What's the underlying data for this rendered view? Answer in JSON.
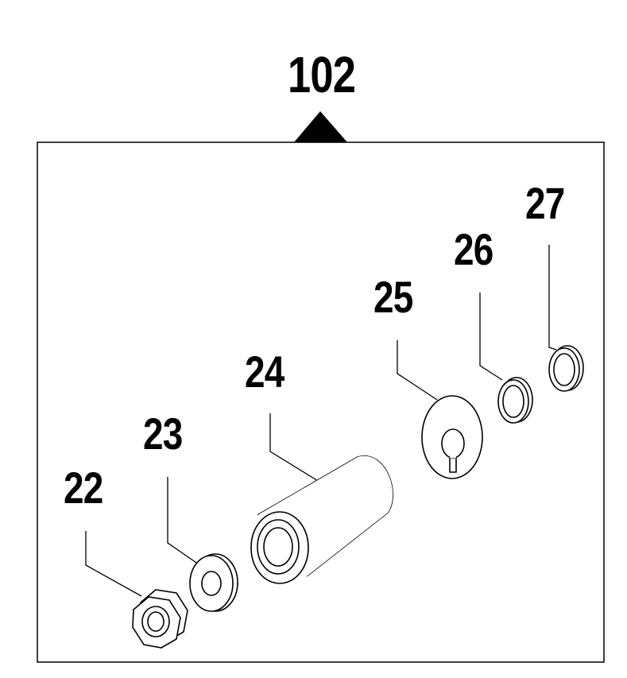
{
  "assembly": {
    "number": "102"
  },
  "parts": [
    {
      "number": "22",
      "shape": "hex-nut"
    },
    {
      "number": "23",
      "shape": "flat-washer"
    },
    {
      "number": "24",
      "shape": "spacer-sleeve"
    },
    {
      "number": "25",
      "shape": "keyed-washer"
    },
    {
      "number": "26",
      "shape": "ring"
    },
    {
      "number": "27",
      "shape": "ring"
    }
  ],
  "colors": {
    "ink": "#000000",
    "paper": "#ffffff"
  }
}
